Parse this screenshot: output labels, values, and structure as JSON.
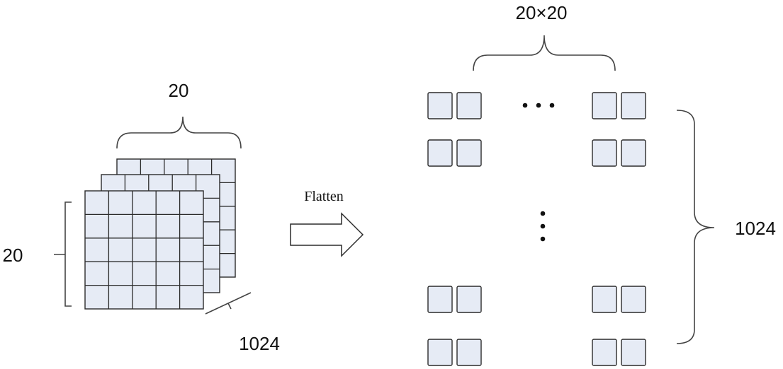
{
  "input_tensor": {
    "width_label": "20",
    "height_label": "20",
    "depth_label": "1024"
  },
  "operation": {
    "label": "Flatten"
  },
  "output_matrix": {
    "top_label": "20×20",
    "side_label": "1024"
  },
  "colors": {
    "cell_fill": "#e6ebf5",
    "stroke": "#2b2b2b"
  }
}
